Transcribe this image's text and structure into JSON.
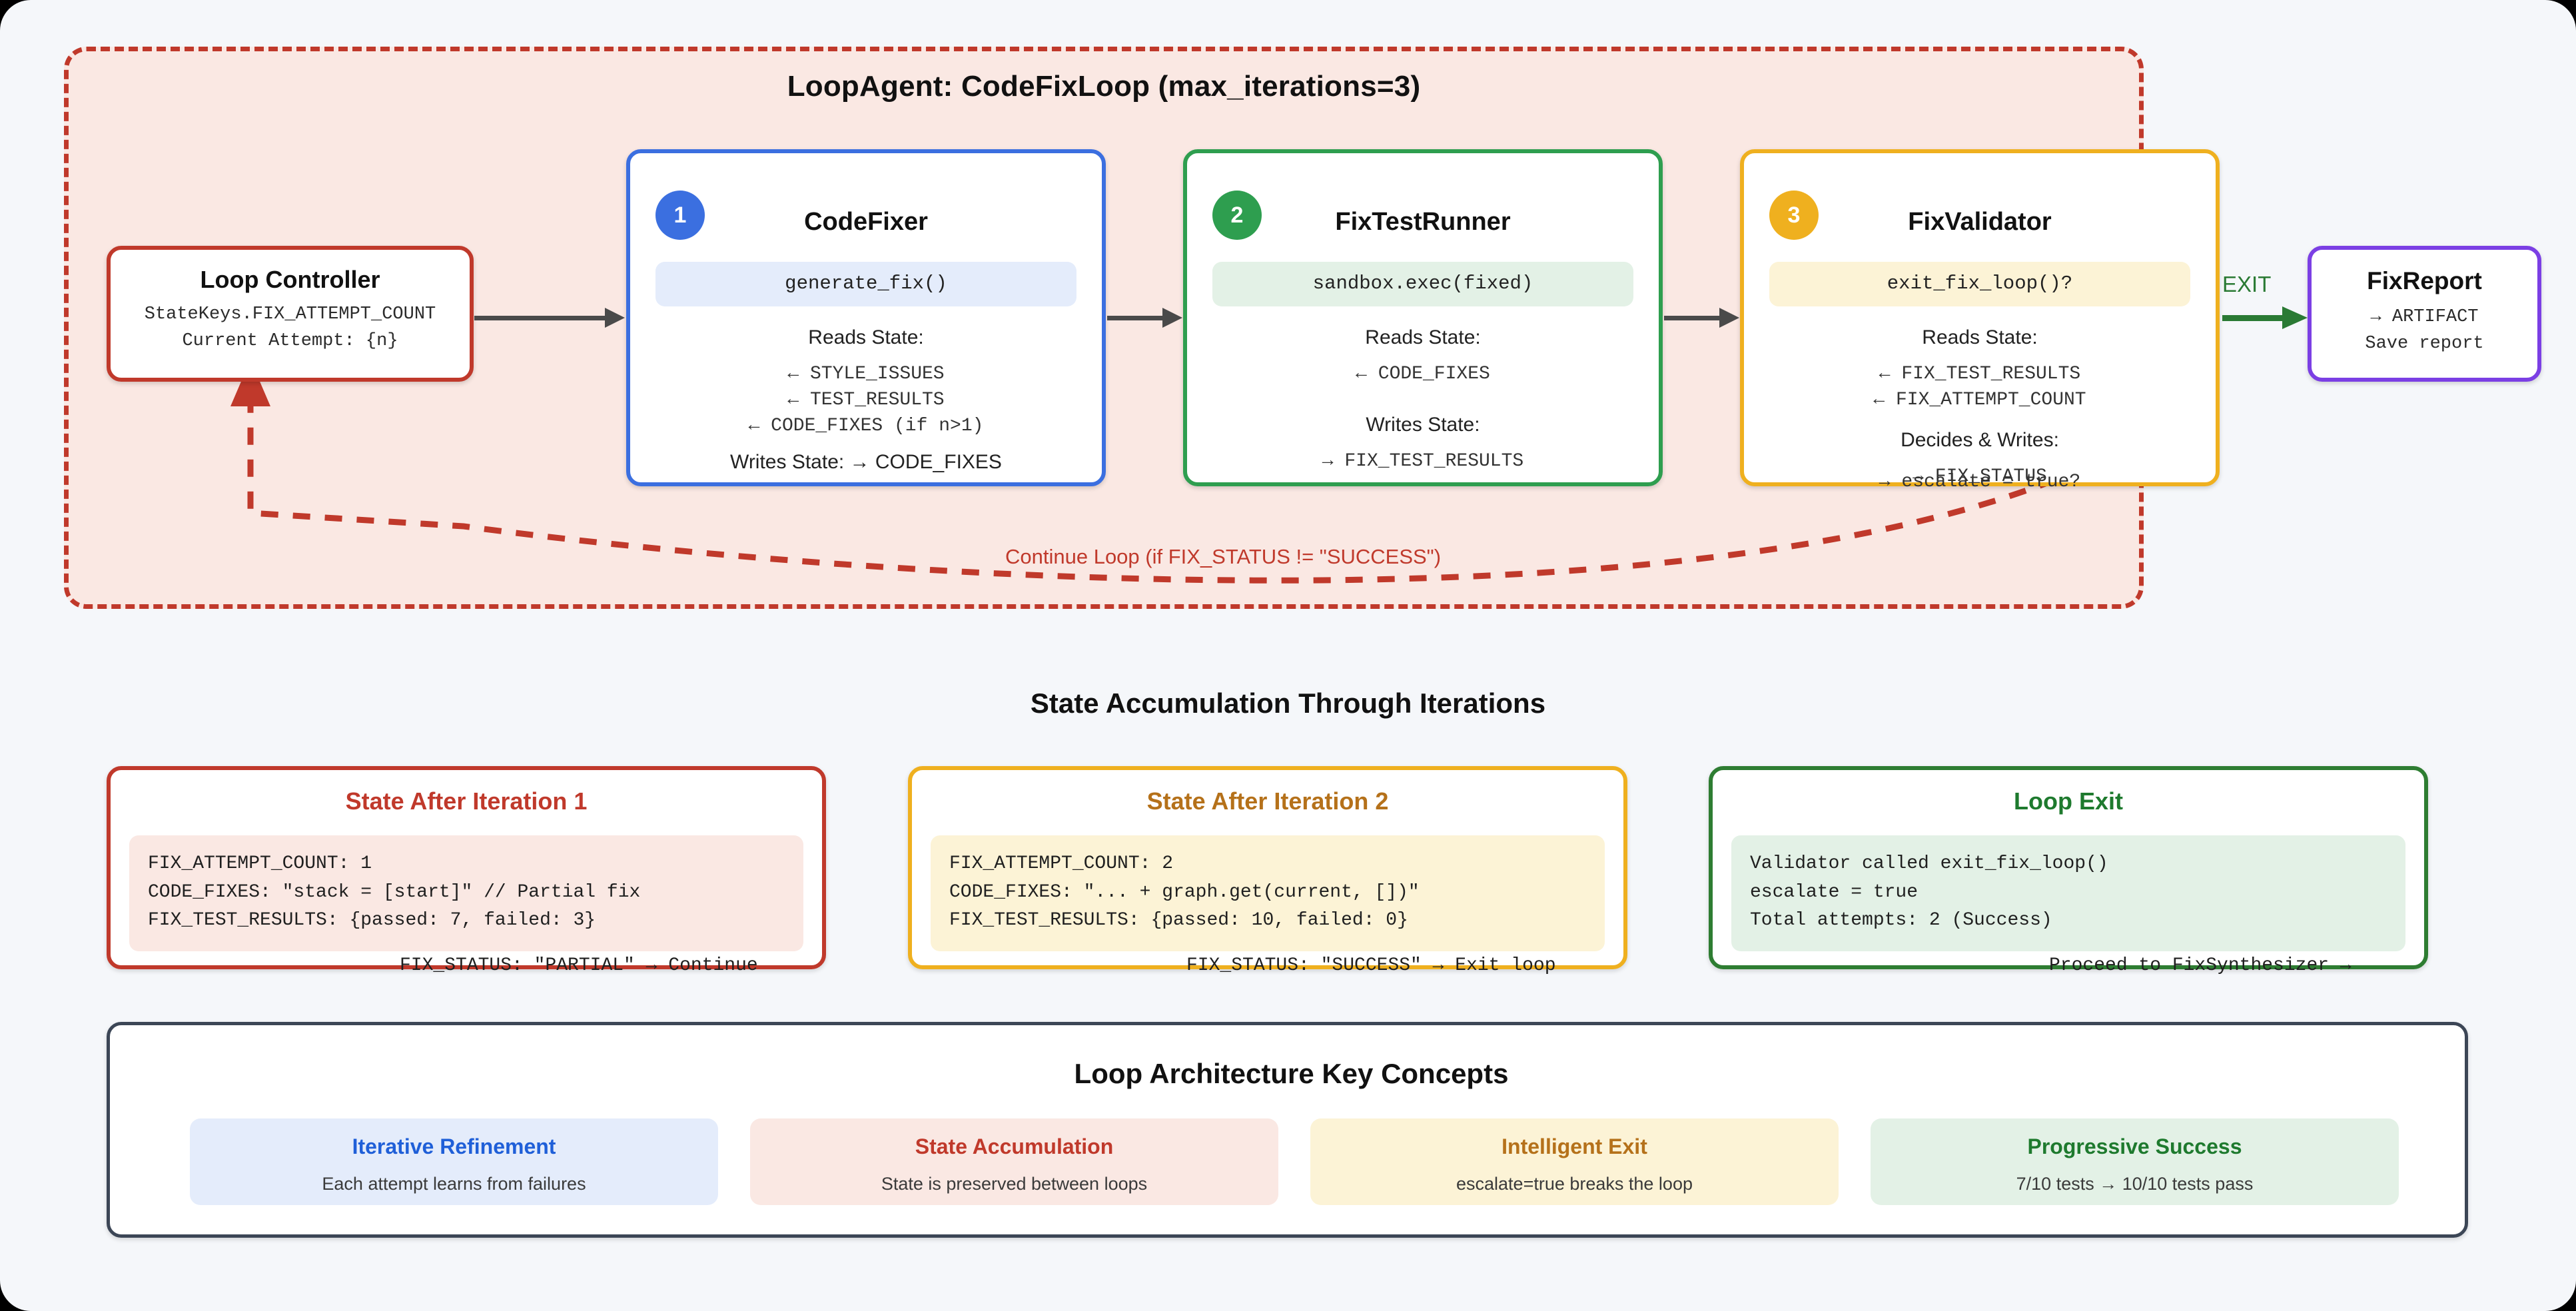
{
  "loop": {
    "title": "LoopAgent: CodeFixLoop (max_iterations=3)",
    "feedback_label": "Continue Loop (if FIX_STATUS != \"SUCCESS\")",
    "exit_label": "EXIT"
  },
  "controller": {
    "title": "Loop Controller",
    "state_key": "StateKeys.FIX_ATTEMPT_COUNT",
    "attempt": "Current Attempt: {n}"
  },
  "agents": [
    {
      "number": "1",
      "title": "CodeFixer",
      "method": "generate_fix()",
      "reads_head": "Reads State:",
      "reads": [
        "← STYLE_ISSUES",
        "← TEST_RESULTS",
        "← CODE_FIXES (if n>1)"
      ],
      "writes_head": "Writes State: → CODE_FIXES",
      "writes": [],
      "color": "#3b6fe0"
    },
    {
      "number": "2",
      "title": "FixTestRunner",
      "method": "sandbox.exec(fixed)",
      "reads_head": "Reads State:",
      "reads": [
        "← CODE_FIXES"
      ],
      "writes_head": "Writes State:",
      "writes": [
        "→ FIX_TEST_RESULTS"
      ],
      "color": "#2e9e4f"
    },
    {
      "number": "3",
      "title": "FixValidator",
      "method": "exit_fix_loop()?",
      "reads_head": "Reads State:",
      "reads": [
        "← FIX_TEST_RESULTS",
        "← FIX_ATTEMPT_COUNT"
      ],
      "writes_head": "Decides & Writes:",
      "writes": [
        "→ FIX_STATUS"
      ],
      "overflow": "→ escalate = true?",
      "color": "#efb01f"
    }
  ],
  "report": {
    "title": "FixReport",
    "artifact": "→ ARTIFACT",
    "save": "Save report"
  },
  "state_section": {
    "heading": "State Accumulation Through Iterations",
    "cards": [
      {
        "title": "State After Iteration 1",
        "lines": [
          "FIX_ATTEMPT_COUNT: 1",
          "CODE_FIXES: \"stack = [start]\" // Partial fix",
          "FIX_TEST_RESULTS: {passed: 7, failed: 3}"
        ],
        "footer": "FIX_STATUS: \"PARTIAL\" → Continue"
      },
      {
        "title": "State After Iteration 2",
        "lines": [
          "FIX_ATTEMPT_COUNT: 2",
          "CODE_FIXES: \"... + graph.get(current, [])\"",
          "FIX_TEST_RESULTS: {passed: 10, failed: 0}"
        ],
        "footer": "FIX_STATUS: \"SUCCESS\" → Exit loop"
      },
      {
        "title": "Loop Exit",
        "lines": [
          "Validator called exit_fix_loop()",
          "escalate = true",
          "Total attempts: 2 (Success)"
        ],
        "footer": "Proceed to FixSynthesizer →"
      }
    ]
  },
  "concepts_section": {
    "heading": "Loop Architecture Key Concepts",
    "items": [
      {
        "title": "Iterative Refinement",
        "desc": "Each attempt learns from failures"
      },
      {
        "title": "State Accumulation",
        "desc": "State is preserved between loops"
      },
      {
        "title": "Intelligent Exit",
        "desc": "escalate=true breaks the loop"
      },
      {
        "title": "Progressive Success",
        "desc": "7/10 tests → 10/10 tests pass"
      }
    ]
  },
  "colors": {
    "loop_border": "#c0392b",
    "loop_bg": "#fae8e3",
    "page_bg": "#f5f7fa",
    "agent1": "#3b6fe0",
    "agent2": "#2e9e4f",
    "agent3": "#efb01f",
    "report": "#7b3fe4",
    "exit": "#2a7a34"
  }
}
